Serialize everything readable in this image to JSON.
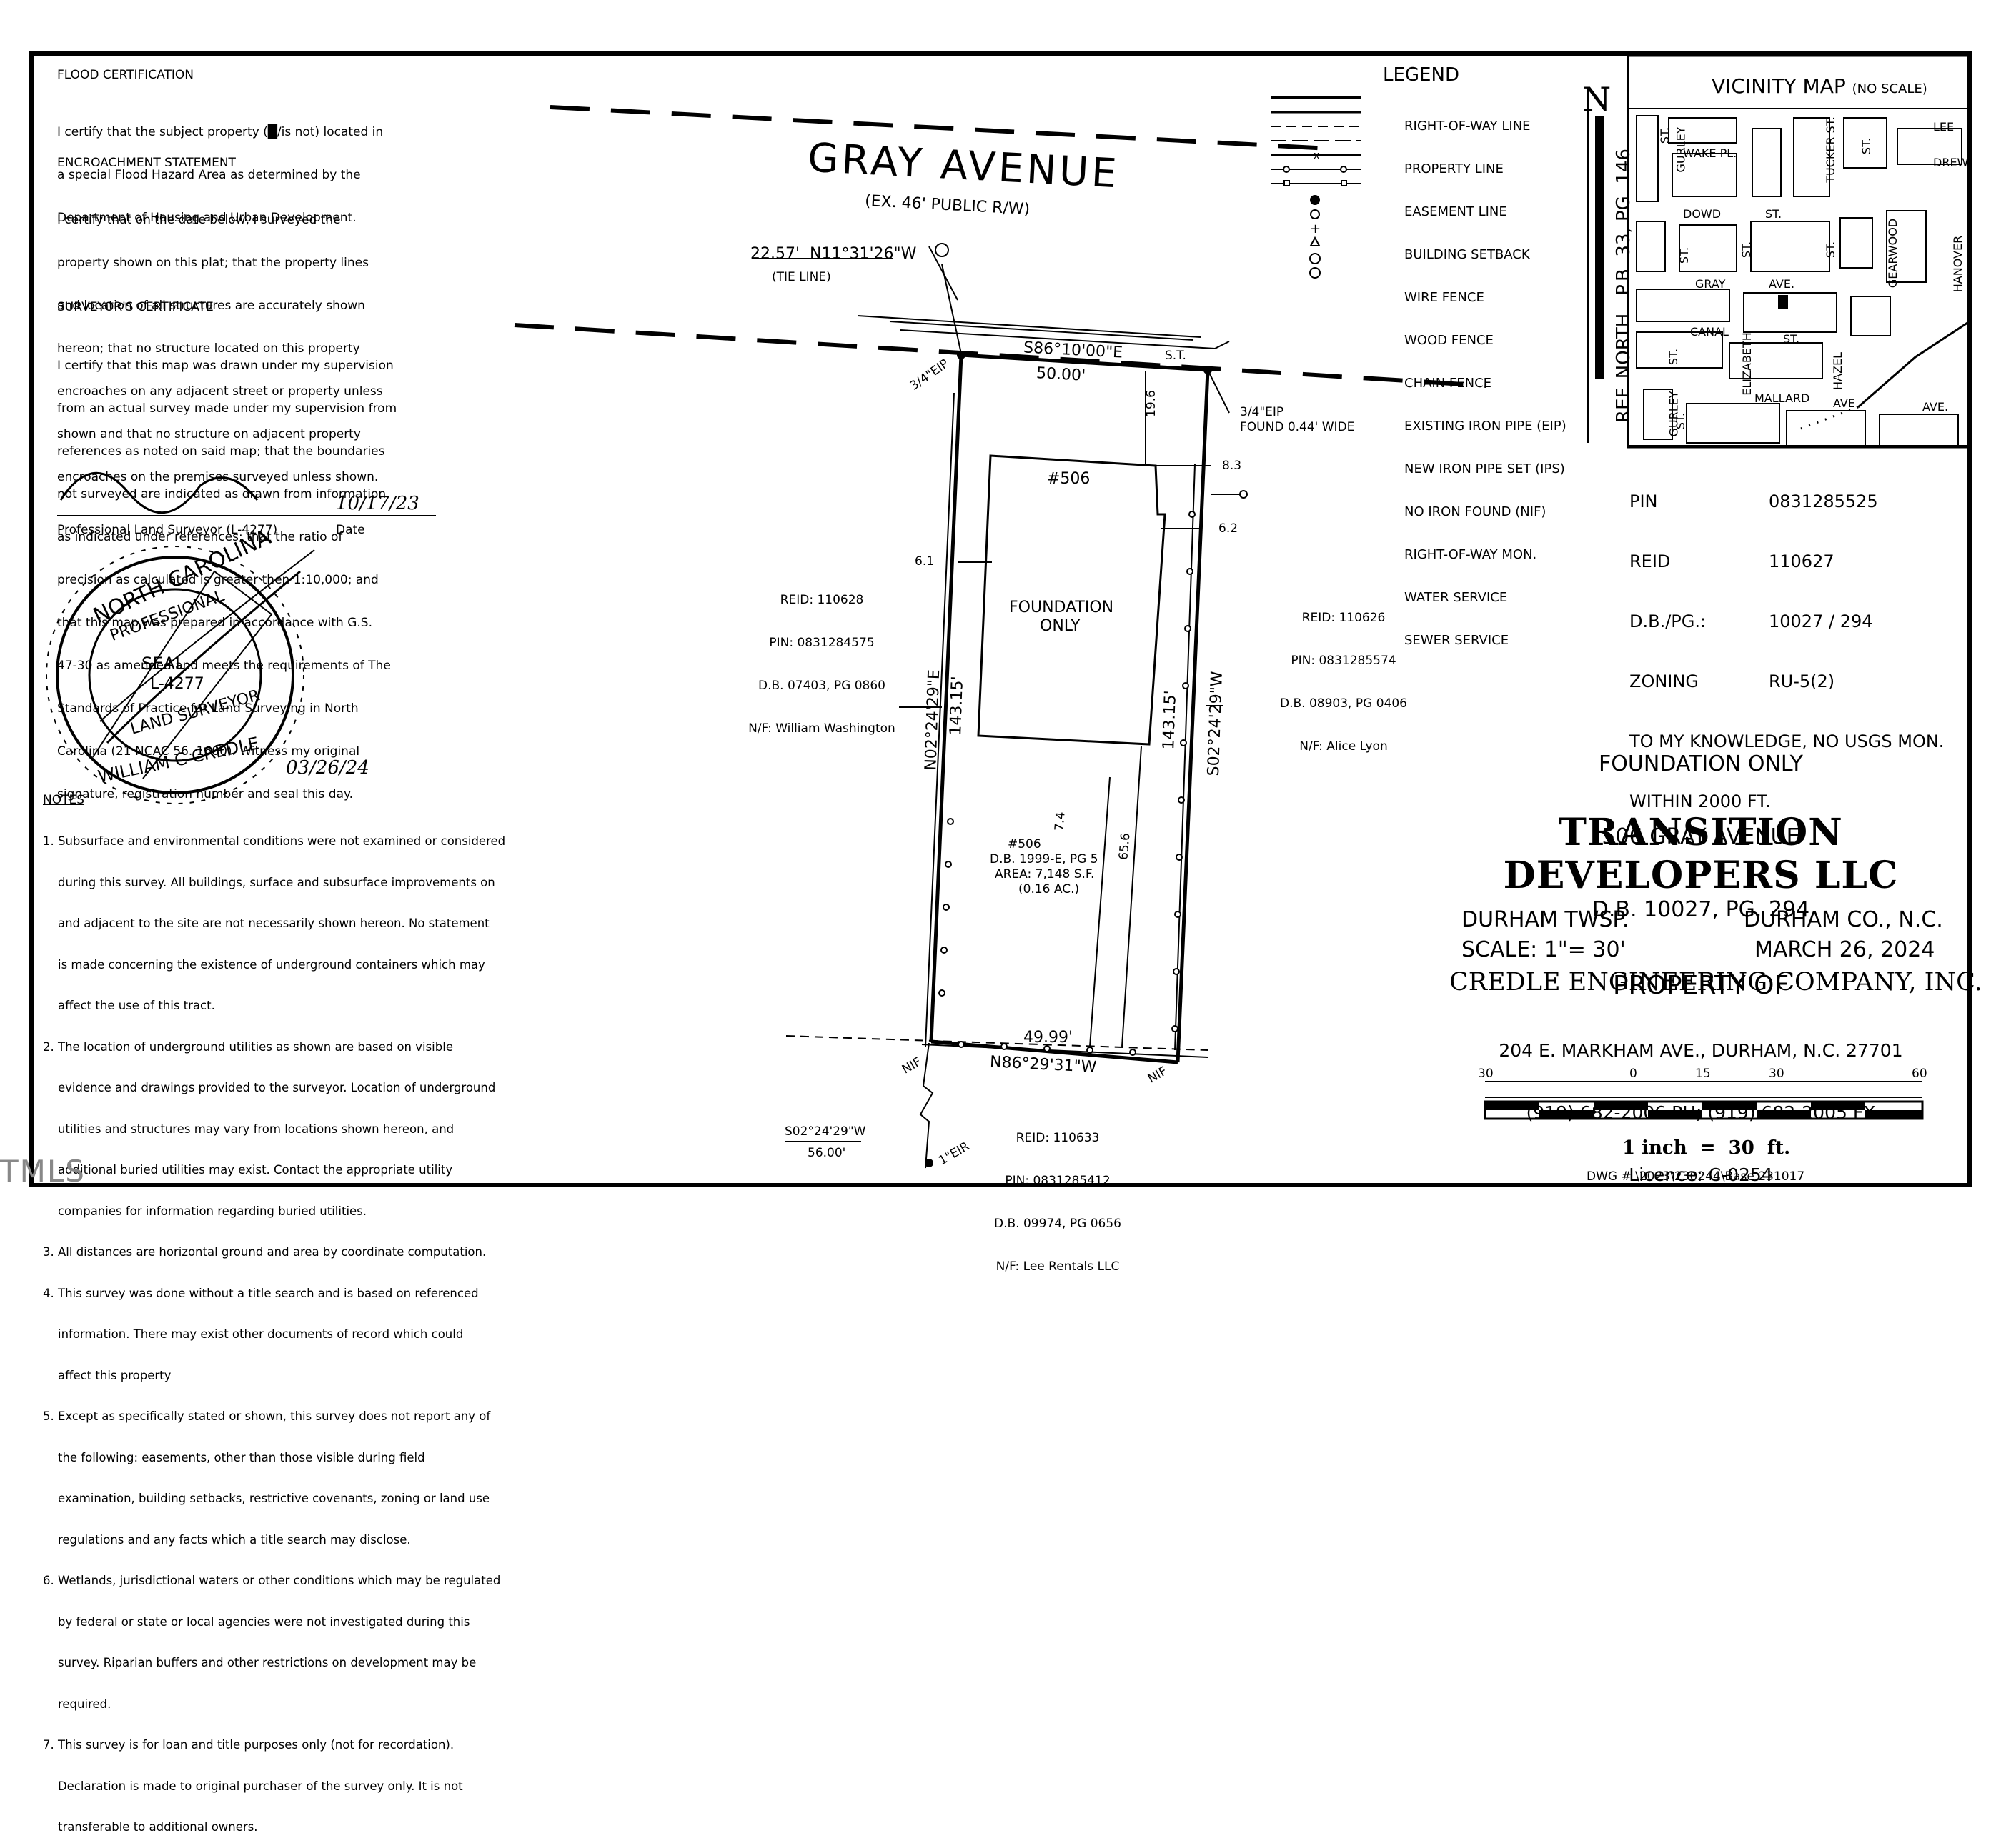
{
  "flood": {
    "heading": "FLOOD CERTIFICATION",
    "lines": [
      "I certify that the subject property (█/is not) located in",
      "a special Flood Hazard Area as determined by the",
      "Department of Housing and Urban Development."
    ]
  },
  "encroachment": {
    "heading": "ENCROACHMENT STATEMENT",
    "lines": [
      "I certify that on the date below, I surveyed the",
      "property shown on this plat; that the property lines",
      "and location of all structures are accurately shown",
      "hereon; that no structure located on this property",
      "encroaches on any adjacent street or property unless",
      "shown and that no structure on adjacent property",
      "encroaches on the premises surveyed unless shown."
    ]
  },
  "surveyor": {
    "heading": "SURVEYOR'S CERTIFICATE",
    "lines": [
      "I certify that this map was drawn under my supervision",
      "from an actual survey made under my supervision from",
      "references as noted on said map; that the boundaries",
      "not surveyed are indicated as drawn from information",
      "as indicated under references; that the ratio of",
      "precision as calculated is greater then 1:10,000; and",
      "that this map was prepared in accordance with G.S.",
      "47-30 as amended and meets the requirements of The",
      "Standards of Practice for Land Surveying in North",
      "Carolina (21 NCAC 56. 1600). Witness my original",
      "signature, registration number and seal this day."
    ],
    "sign_date": "10/17/23",
    "title_label": "Professional Land Surveyor (L-4277)",
    "date_label": "Date"
  },
  "seal": {
    "top_text": "NORTH CAROLINA",
    "profession": "PROFESSIONAL",
    "seal_word": "SEAL",
    "number": "L-4277",
    "bottom_text": "LAND SURVEYOR",
    "name": "WILLIAM C CREDLE",
    "date": "03/26/24"
  },
  "notes": {
    "heading": "NOTES",
    "lines": [
      "1. Subsurface and environmental conditions were not examined or considered",
      "    during this survey. All buildings, surface and subsurface improvements on",
      "    and adjacent to the site are not necessarily shown hereon. No statement",
      "    is made concerning the existence of underground containers which may",
      "    affect the use of this tract.",
      "2. The location of underground utilities as shown are based on visible",
      "    evidence and drawings provided to the surveyor. Location of underground",
      "    utilities and structures may vary from locations shown hereon, and",
      "    additional buried utilities may exist. Contact the appropriate utility",
      "    companies for information regarding buried utilities.",
      "3. All distances are horizontal ground and area by coordinate computation.",
      "4. This survey was done without a title search and is based on referenced",
      "    information. There may exist other documents of record which could",
      "    affect this property",
      "5. Except as specifically stated or shown, this survey does not report any of",
      "    the following: easements, other than those visible during field",
      "    examination, building setbacks, restrictive covenants, zoning or land use",
      "    regulations and any facts which a title search may disclose.",
      "6. Wetlands, jurisdictional waters or other conditions which may be regulated",
      "    by federal or state or local agencies were not investigated during this",
      "    survey. Riparian buffers and other restrictions on development may be",
      "    required.",
      "7. This survey is for loan and title purposes only (not for recordation).",
      "    Declaration is made to original purchaser of the survey only. It is not",
      "    transferable to additional owners."
    ]
  },
  "map": {
    "street_name": "GRAY AVENUE",
    "street_sub": "(EX. 46' PUBLIC R/W)",
    "tie_bearing": "22.57'  N11°31'26\"W",
    "tie_label": "(TIE LINE)",
    "front_bearing": "S86°10'00\"E",
    "front_dist": "50.00'",
    "st_label": "S.T.",
    "left_iron": "3/4\"EIP",
    "right_iron": "3/4\"EIP",
    "right_iron_note": "FOUND 0.44' WIDE",
    "front_setback": "19.6",
    "right_setback_1": "8.3",
    "right_setback_2": "6.2",
    "left_setback": "6.1",
    "house_number": "#506",
    "foundation_1": "FOUNDATION",
    "foundation_2": "ONLY",
    "left_bearing": "N02°24'29\"E",
    "left_dist": "143.15'",
    "right_bearing": "S02°24'29\"W",
    "right_dist": "143.15'",
    "lot_num": "#506",
    "lot_db": "D.B. 1999-E, PG 5",
    "lot_area": "AREA: 7,148 S.F.",
    "lot_acres": "(0.16 AC.)",
    "dim_74": "7.4",
    "dim_656": "65.6",
    "rear_dist": "49.99'",
    "rear_bearing": "N86°29'31\"W",
    "nif_left": "NIF",
    "nif_right": "NIF",
    "ref_bearing": "S02°24'29\"W",
    "ref_dist": "56.00'",
    "eir": "1\"EIR",
    "west_owner": [
      "REID: 110628",
      "PIN: 0831284575",
      "D.B. 07403, PG 0860",
      "N/F: William Washington"
    ],
    "east_owner": [
      "REID: 110626",
      "PIN: 0831285574",
      "D.B. 08903, PG 0406",
      "N/F: Alice Lyon"
    ],
    "south_owner": [
      "REID: 110633",
      "PIN: 0831285412",
      "D.B. 09974, PG 0656",
      "N/F: Lee Rentals LLC"
    ]
  },
  "legend": {
    "title": "LEGEND",
    "items": [
      "RIGHT-OF-WAY LINE",
      "PROPERTY LINE",
      "EASEMENT LINE",
      "BUILDING SETBACK",
      "WIRE FENCE",
      "WOOD FENCE",
      "CHAIN FENCE",
      "EXISTING IRON PIPE (EIP)",
      "NEW IRON PIPE SET (IPS)",
      "NO IRON FOUND (NIF)",
      "RIGHT-OF-WAY MON.",
      "WATER SERVICE",
      "SEWER SERVICE"
    ]
  },
  "north": {
    "letter": "N",
    "ref_text": "REF. NORTH   P.B. 33, PG. 146"
  },
  "vicinity": {
    "title": "VICINITY MAP",
    "note": "(NO SCALE)",
    "streets": [
      "WAKE PL.",
      "GURLEY",
      "ST.",
      "TUCKER ST.",
      "ST.",
      "LEE",
      "DREW",
      "DOWD",
      "ST.",
      "ST.",
      "ST.",
      "ST.",
      "GEARWOOD",
      "HANOVER",
      "GRAY",
      "AVE.",
      "CANAL",
      "ST.",
      "ELIZABETH",
      "HAZEL",
      "ST.",
      "MALLARD",
      "AVE.",
      "AVE.",
      "GURLEY",
      "ST."
    ]
  },
  "parcel": {
    "rows": [
      [
        "PIN",
        "0831285525"
      ],
      [
        "REID",
        "110627"
      ],
      [
        "D.B./PG.:",
        "10027 / 294"
      ],
      [
        "ZONING",
        "RU-5(2)"
      ]
    ],
    "note_1": "TO MY KNOWLEDGE, NO USGS MON.",
    "note_2": "WITHIN 2000 FT."
  },
  "title_block": {
    "line1": "FOUNDATION ONLY",
    "line2": "506 GRAY AVENUE",
    "line3": "D.B. 10027, PG. 294",
    "line4": "PROPERTY OF",
    "owner1": "TRANSITION",
    "owner2": "DEVELOPERS LLC",
    "twsp": "DURHAM TWSP.",
    "county": "DURHAM CO., N.C.",
    "scale": "SCALE: 1\"= 30'",
    "date": "MARCH 26, 2024",
    "company": "CREDLE ENGINEERING COMPANY, INC.",
    "address": "204 E. MARKHAM AVE., DURHAM, N.C. 27701",
    "phone": "(919) 682-2006 PH; (919) 682-2005 FX",
    "licence": "Licence: C-0254",
    "scale_ticks": [
      "30",
      "0",
      "15",
      "30",
      "60"
    ],
    "scale_text": "1 inch  =  30  ft.",
    "dwg": "DWG # \\2023\\230244\\Base 231017"
  },
  "watermark": "TMLS"
}
